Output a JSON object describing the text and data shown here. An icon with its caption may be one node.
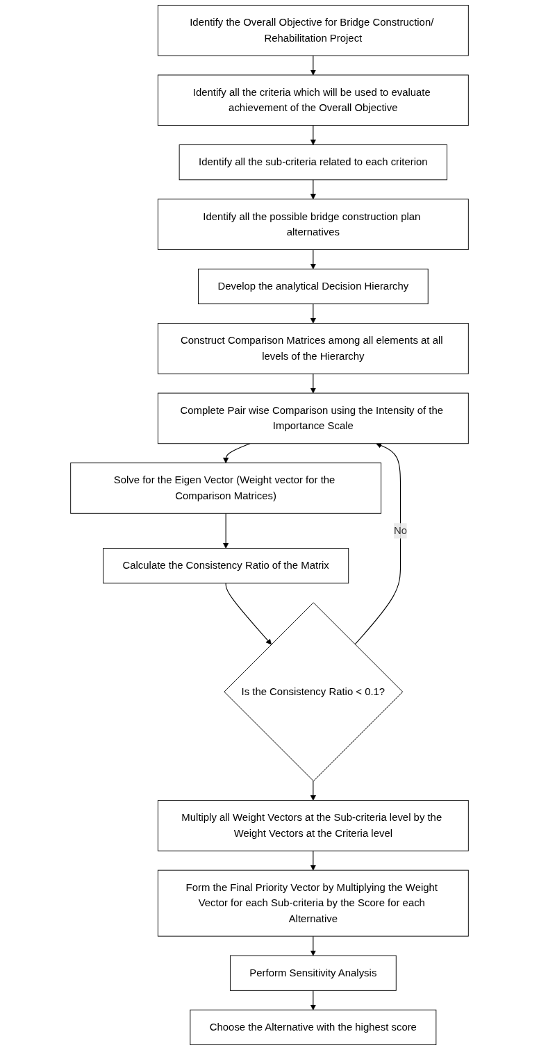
{
  "diagram": {
    "nodes": [
      {
        "text": [
          "Identify the Overall Objective for Bridge Construction/ Rehabilitation Project"
        ]
      },
      {
        "text": [
          "Identify all the criteria which will be used to evaluate achievement of the Overall Objective"
        ]
      },
      {
        "text": [
          "Identify all the sub-criteria related to each criterion"
        ]
      },
      {
        "text": [
          "Identify all the possible bridge construction plan alternatives"
        ]
      },
      {
        "text": [
          "Develop the analytical Decision Hierarchy"
        ]
      },
      {
        "text": [
          "Construct Comparison Matrices among all elements at all levels of the Hierarchy"
        ]
      },
      {
        "text": [
          "Complete Pair wise Comparison using the Intensity of the Importance Scale"
        ]
      },
      {
        "text": [
          "Solve for the Eigen Vector (Weight vector for the Comparison Matrices)"
        ]
      },
      {
        "text": [
          "Calculate the Consistency Ratio of the Matrix"
        ]
      },
      {
        "text": [
          "Is the Consistency Ratio <  0.1?"
        ]
      },
      {
        "text": [
          "Multiply all Weight Vectors at the Sub-criteria level by the Weight Vectors at the Criteria level"
        ]
      },
      {
        "text": [
          "Form the Final Priority Vector by Multiplying the Weight Vector for each Sub-criteria by the Score for each Alternative"
        ]
      },
      {
        "text": [
          "Perform Sensitivity Analysis"
        ]
      },
      {
        "text": [
          "Choose the Alternative with the highest score"
        ]
      }
    ],
    "edges": [
      {
        "from": 0,
        "to": 1,
        "arrow": "to"
      },
      {
        "from": 1,
        "to": 2,
        "arrow": "to"
      },
      {
        "from": 2,
        "to": 3,
        "arrow": "to"
      },
      {
        "from": 3,
        "to": 4,
        "arrow": "to"
      },
      {
        "from": 4,
        "to": 5,
        "arrow": "to"
      },
      {
        "from": 5,
        "to": 6,
        "arrow": "to"
      },
      {
        "from": 6,
        "to": 7,
        "arrow": "to"
      },
      {
        "from": 7,
        "to": 8,
        "arrow": "to"
      },
      {
        "from": 8,
        "to": 9,
        "arrow": "to"
      },
      {
        "from": 9,
        "to": 6,
        "arrow": "to",
        "label": "No"
      },
      {
        "from": 9,
        "to": 10,
        "arrow": "to"
      },
      {
        "from": 10,
        "to": 11,
        "arrow": "to"
      },
      {
        "from": 11,
        "to": 12,
        "arrow": "to"
      },
      {
        "from": 12,
        "to": 13,
        "arrow": "to"
      }
    ]
  }
}
